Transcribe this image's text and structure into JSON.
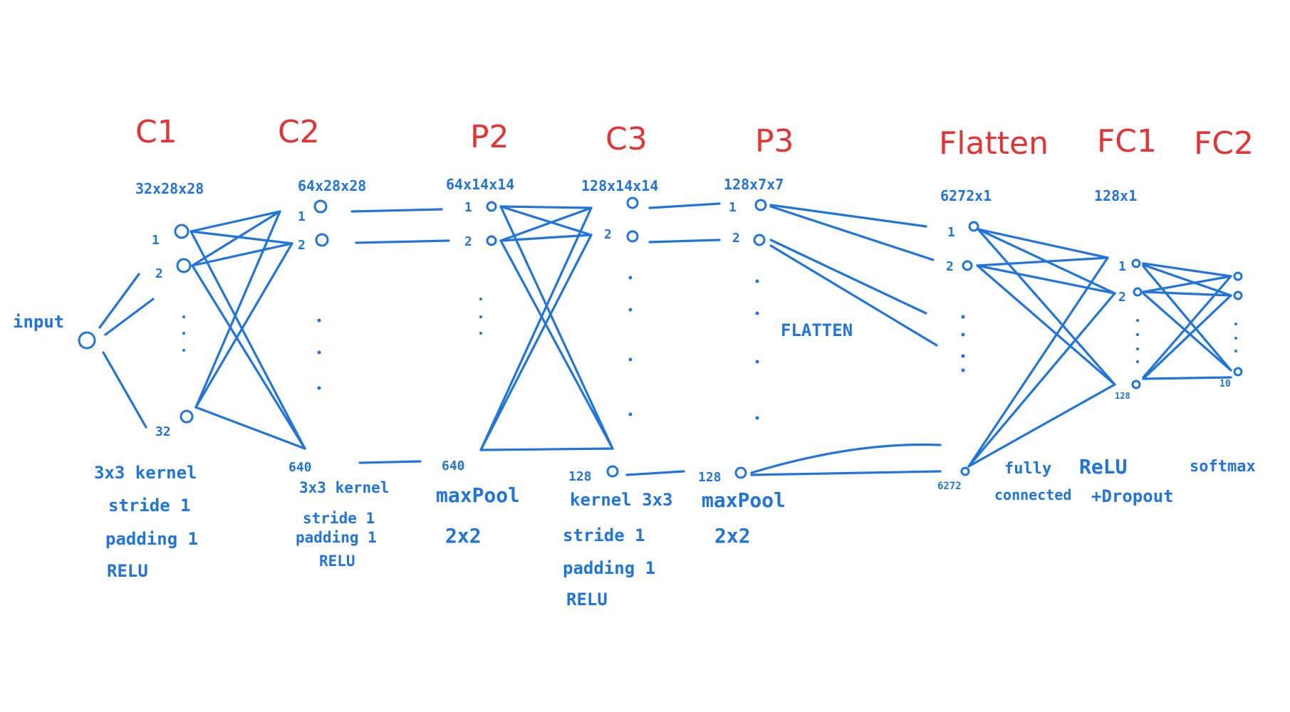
{
  "input_label": "input",
  "layers": [
    {
      "id": "c1",
      "title": "C1",
      "dims": "32x28x28",
      "top": [
        "1",
        "2"
      ],
      "bottom": "32",
      "desc": [
        "3x3 kernel",
        "stride 1",
        "padding 1",
        "RELU"
      ]
    },
    {
      "id": "c2",
      "title": "C2",
      "dims": "64x28x28",
      "top": [
        "1",
        "2"
      ],
      "bottom": "640",
      "desc": [
        "3x3 kernel",
        "stride 1",
        "padding 1",
        "RELU"
      ]
    },
    {
      "id": "p2",
      "title": "P2",
      "dims": "64x14x14",
      "top": [
        "1",
        "2"
      ],
      "bottom": "640",
      "desc": [
        "maxPool",
        "2x2"
      ]
    },
    {
      "id": "c3",
      "title": "C3",
      "dims": "128x14x14",
      "top": [
        "",
        "2"
      ],
      "bottom": "128",
      "desc": [
        "kernel 3x3",
        "stride 1",
        "padding 1",
        "RELU"
      ]
    },
    {
      "id": "p3",
      "title": "P3",
      "dims": "128x7x7",
      "top": [
        "1",
        "2"
      ],
      "bottom": "128",
      "desc": [
        "maxPool",
        "2x2"
      ]
    },
    {
      "id": "flatten",
      "title": "Flatten",
      "dims": "6272x1",
      "top": [
        "1",
        "2"
      ],
      "bottom": "6272",
      "desc": [
        "fully",
        "connected"
      ]
    },
    {
      "id": "fc1",
      "title": "FC1",
      "dims": "128x1",
      "top": [
        "1",
        "2"
      ],
      "bottom": "128",
      "desc": [
        "ReLU",
        "+Dropout"
      ]
    },
    {
      "id": "fc2",
      "title": "FC2",
      "dims": "",
      "top": [
        "",
        ""
      ],
      "bottom": "10",
      "desc": [
        "softmax"
      ]
    }
  ],
  "flatten_note": "FLATTEN",
  "colors": {
    "ink": "#1f74e0",
    "title": "#e63232",
    "background": "#ffffff"
  }
}
